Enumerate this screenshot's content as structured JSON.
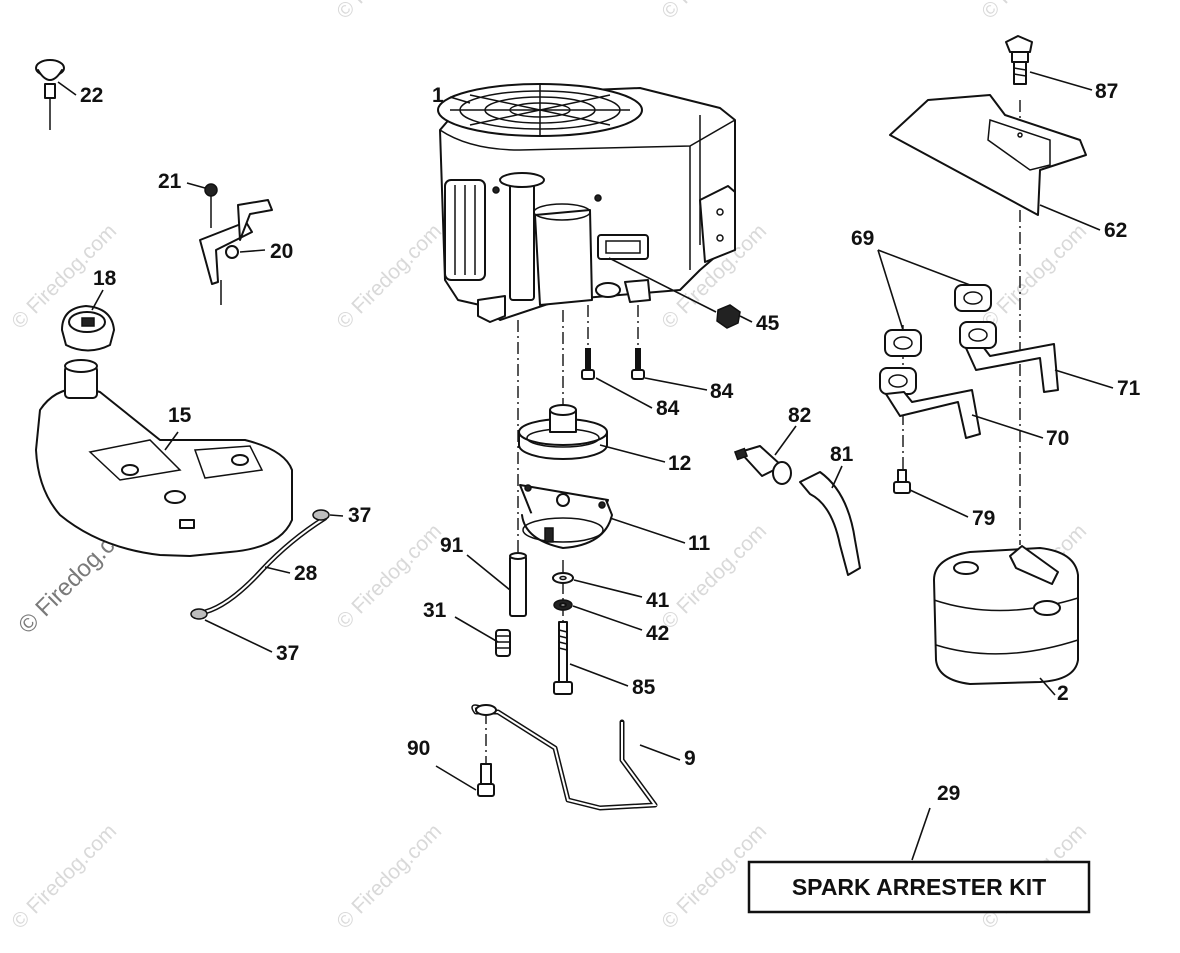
{
  "diagram": {
    "part_numbers": {
      "p1": "1",
      "p2": "2",
      "p9": "9",
      "p11": "11",
      "p12": "12",
      "p15": "15",
      "p18": "18",
      "p20": "20",
      "p21": "21",
      "p22": "22",
      "p28": "28",
      "p29": "29",
      "p31": "31",
      "p37a": "37",
      "p37b": "37",
      "p41": "41",
      "p42": "42",
      "p45": "45",
      "p62": "62",
      "p69": "69",
      "p70": "70",
      "p71": "71",
      "p79": "79",
      "p81": "81",
      "p82": "82",
      "p84a": "84",
      "p84b": "84",
      "p85": "85",
      "p87": "87",
      "p90": "90",
      "p91": "91"
    },
    "kit_label": "SPARK ARRESTER KIT",
    "watermark": "© Firedog.com",
    "watermark_short": "© Firedog.com"
  }
}
